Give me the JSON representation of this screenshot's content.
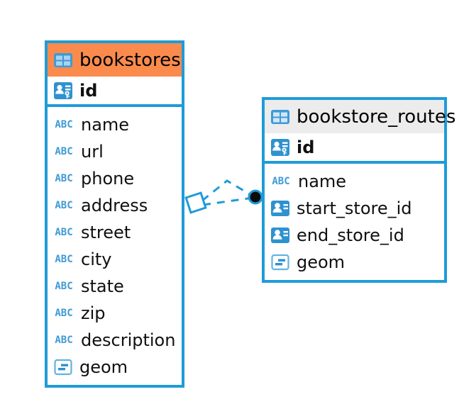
{
  "diagram": {
    "type": "entity-relationship-diagram",
    "background_color": "#ffffff",
    "accent_color": "#1f9bd8",
    "highlight_color": "#fb8b4d",
    "header_grey": "#ececec"
  },
  "tables": [
    {
      "name": "bookstores",
      "header_style": "orange",
      "table_icon": "table-icon",
      "primary_key": {
        "label": "id",
        "icon": "primary-key-icon"
      },
      "fields": [
        {
          "label": "name",
          "icon": "abc-text-icon"
        },
        {
          "label": "url",
          "icon": "abc-text-icon"
        },
        {
          "label": "phone",
          "icon": "abc-text-icon"
        },
        {
          "label": "address",
          "icon": "abc-text-icon"
        },
        {
          "label": "street",
          "icon": "abc-text-icon"
        },
        {
          "label": "city",
          "icon": "abc-text-icon"
        },
        {
          "label": "state",
          "icon": "abc-text-icon"
        },
        {
          "label": "zip",
          "icon": "abc-text-icon"
        },
        {
          "label": "description",
          "icon": "abc-text-icon"
        },
        {
          "label": "geom",
          "icon": "geometry-icon"
        }
      ]
    },
    {
      "name": "bookstore_routes",
      "header_style": "grey",
      "table_icon": "table-icon",
      "primary_key": {
        "label": "id",
        "icon": "primary-key-icon"
      },
      "fields": [
        {
          "label": "name",
          "icon": "abc-text-icon"
        },
        {
          "label": "start_store_id",
          "icon": "foreign-key-icon"
        },
        {
          "label": "end_store_id",
          "icon": "foreign-key-icon"
        },
        {
          "label": "geom",
          "icon": "geometry-icon"
        }
      ]
    }
  ],
  "relationship": {
    "style": "dashed",
    "color": "#1f9bd8",
    "source_endpoint": "diamond",
    "target_endpoint": "filled-circle",
    "source_table": "bookstores",
    "target_table": "bookstore_routes"
  },
  "icon_text": {
    "abc": "ABC"
  }
}
